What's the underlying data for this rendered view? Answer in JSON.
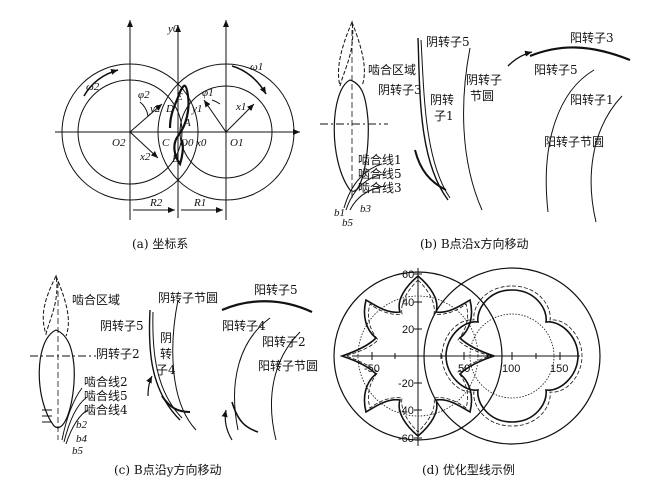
{
  "panel_a": {
    "caption": "(a) 坐标系",
    "labels": {
      "y0": "y0",
      "omega2": "ω2",
      "omega1": "ω1",
      "phi2": "φ2",
      "phi1": "φ1",
      "y2": "y2",
      "y1": "y1",
      "x1": "x1",
      "x2": "x2",
      "x0": "x0",
      "O2": "O2",
      "O1": "O1",
      "O0": "O0",
      "C": "C",
      "D": "D",
      "E": "E",
      "A": "A",
      "B": "B",
      "R2": "R2",
      "R1": "R1"
    }
  },
  "panel_b": {
    "caption": "(b) B点沿x方向移动",
    "labels": {
      "mesh_zone": "啮合区域",
      "female_rotor_5": "阴转子5",
      "female_rotor_3": "阴转子3",
      "female_rotor_1a": "阴转",
      "female_rotor_1b": "子1",
      "female_pitch_a": "阴转子",
      "female_pitch_b": "节圆",
      "mesh_line_1": "啮合线1",
      "mesh_line_5": "啮合线5",
      "mesh_line_3": "啮合线3",
      "b1": "b1",
      "b3": "b3",
      "b5": "b5",
      "male_rotor_3": "阳转子3",
      "male_rotor_5": "阳转子5",
      "male_rotor_1": "阳转子1",
      "male_pitch": "阳转子节圆"
    }
  },
  "panel_c": {
    "caption": "(c) B点沿y方向移动",
    "labels": {
      "mesh_zone": "啮合区域",
      "female_pitch": "阴转子节圆",
      "female_rotor_5": "阴转子5",
      "female_rotor_2": "阴转子2",
      "female_rotor_4a": "阴",
      "female_rotor_4b": "转",
      "female_rotor_4c": "子4",
      "mesh_line_2": "啮合线2",
      "mesh_line_5": "啮合线5",
      "mesh_line_4": "啮合线4",
      "b2": "b2",
      "b4": "b4",
      "b5": "b5",
      "male_rotor_5": "阳转子5",
      "male_rotor_4": "阳转子4",
      "male_rotor_2": "阳转子2",
      "male_pitch": "阳转子节圆"
    }
  },
  "panel_d": {
    "caption": "(d) 优化型线示例",
    "x_ticks": [
      "-50",
      "50",
      "100",
      "150"
    ],
    "y_ticks": [
      "60",
      "40",
      "20",
      "-20",
      "-40",
      "-60"
    ]
  }
}
